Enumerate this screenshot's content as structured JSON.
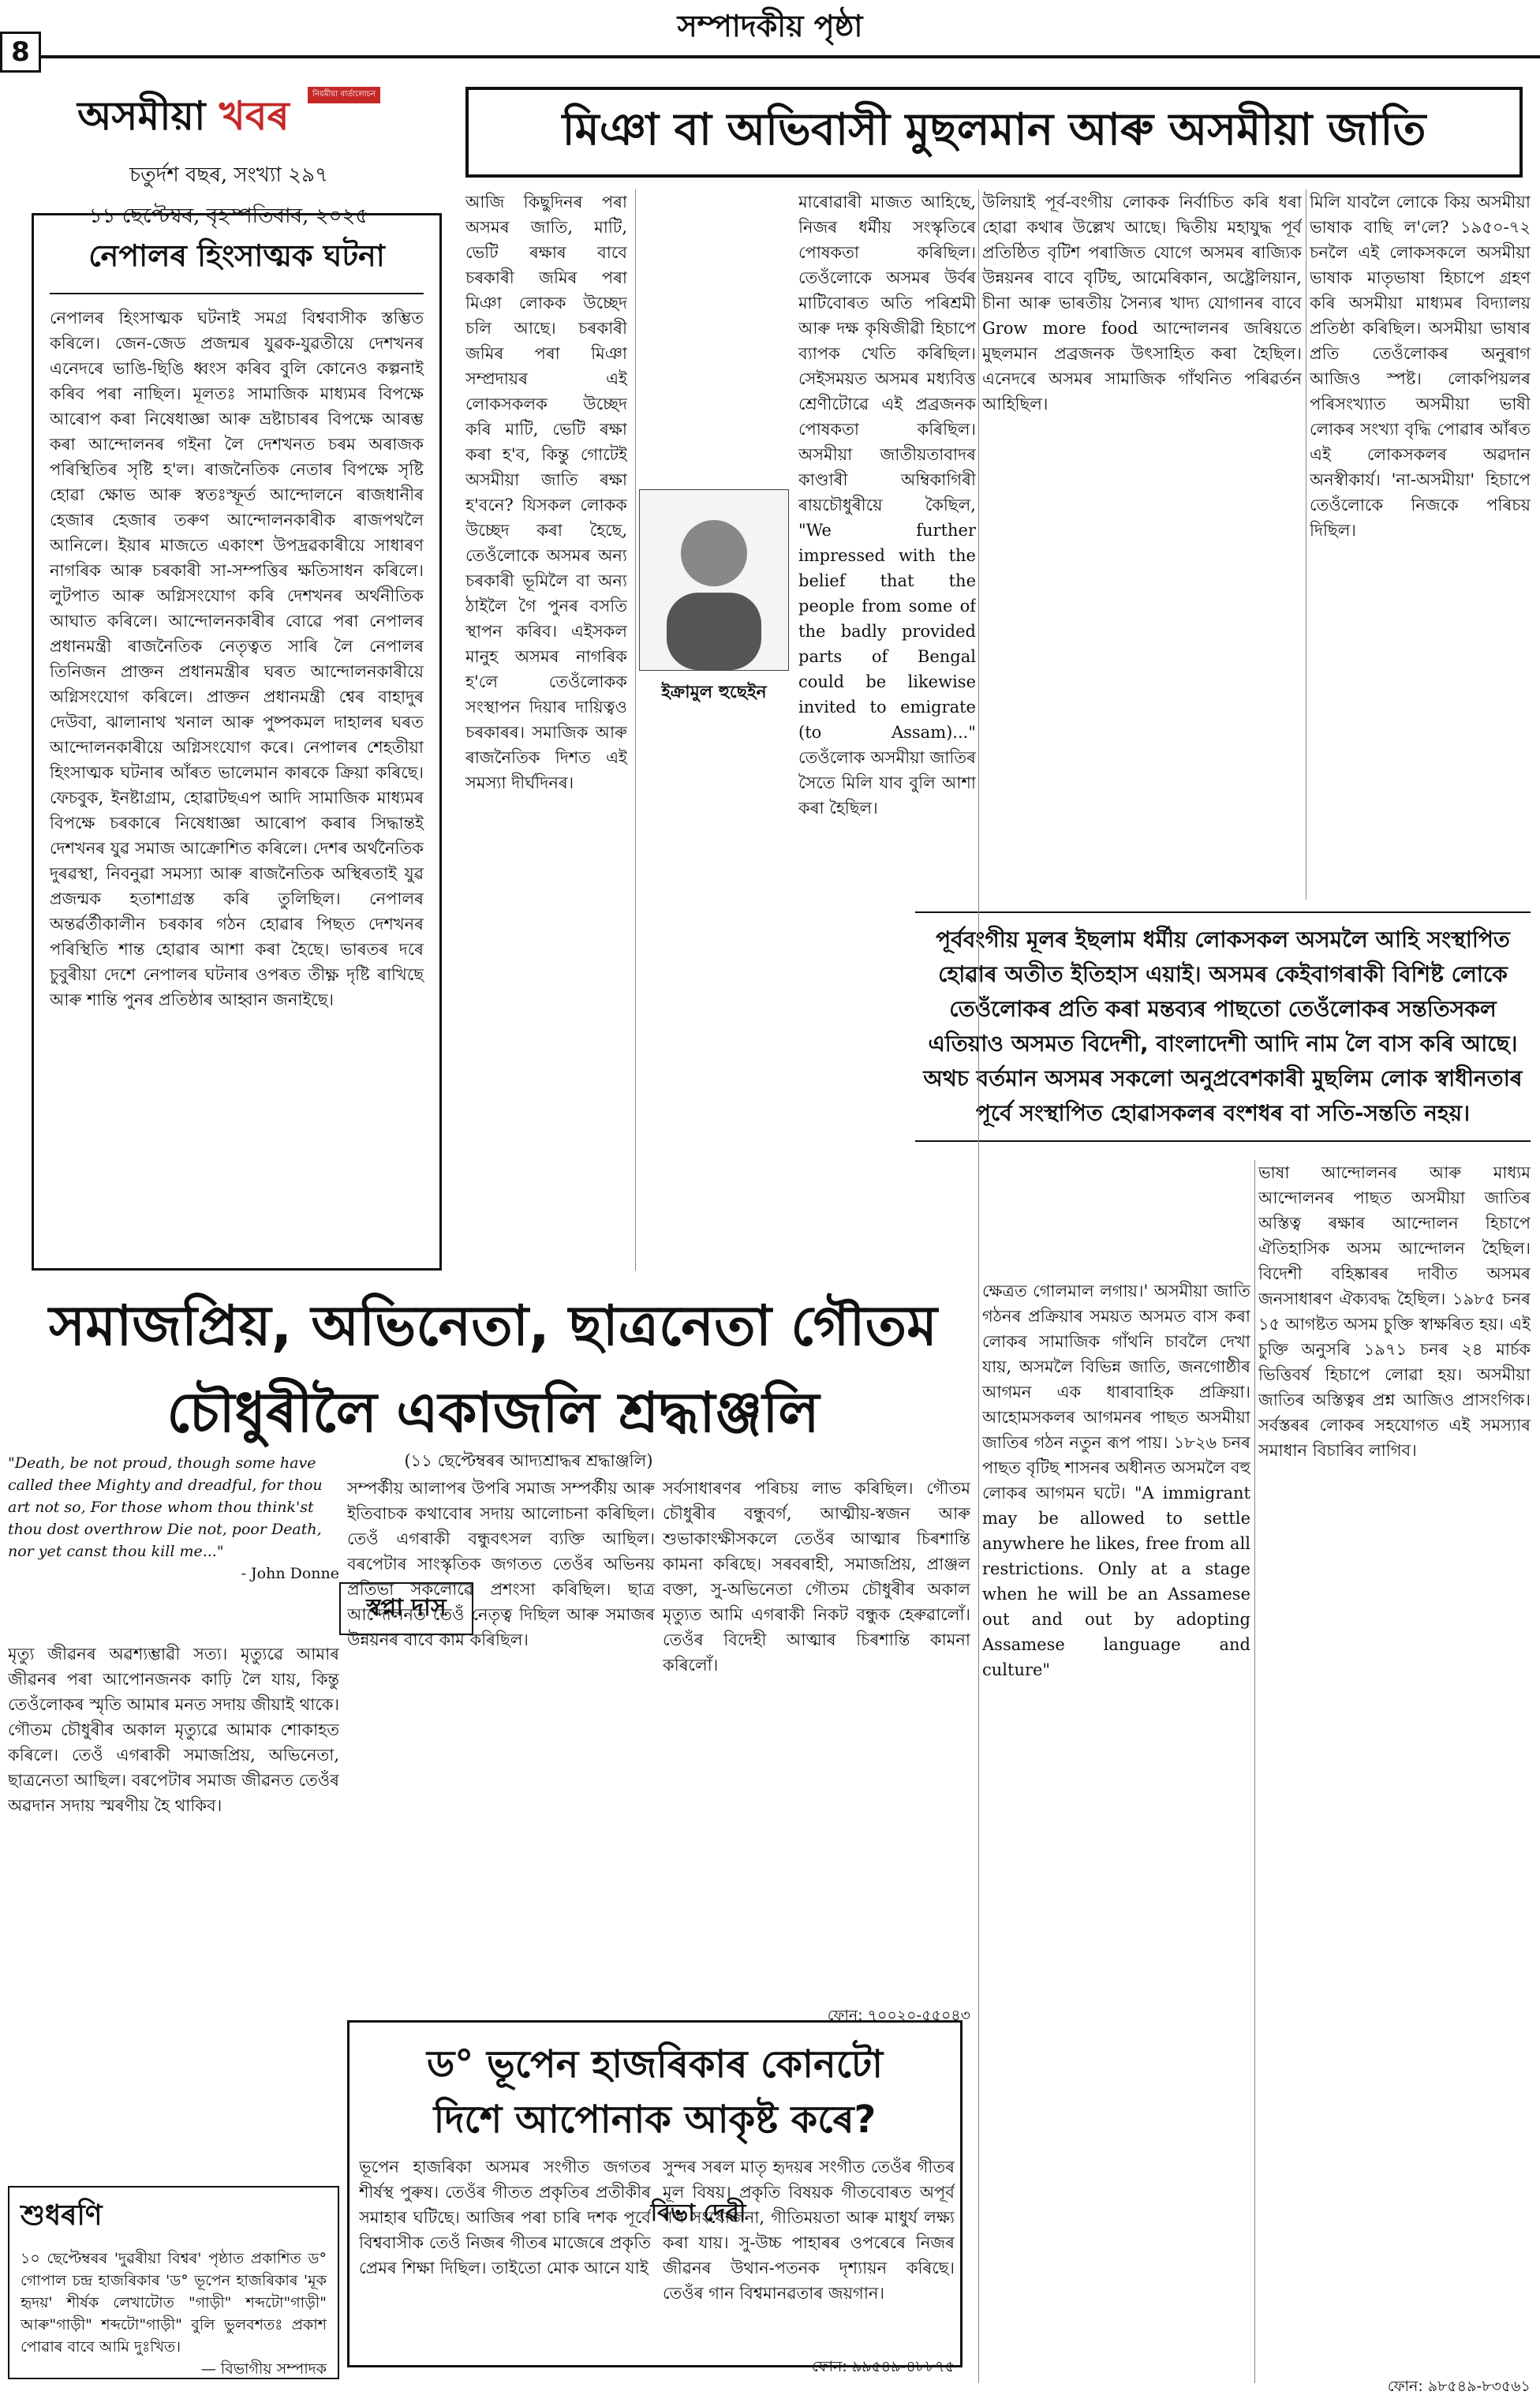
{
  "page": {
    "section_title": "সম্পাদকীয় পৃষ্ঠা",
    "page_number": "8"
  },
  "masthead": {
    "brand_black": "অসমীয়া ",
    "brand_red": "খবৰ",
    "sub": "নিয়মীয়া বার্তালোচন",
    "issue": "চতুৰ্দশ বছৰ, সংখ্যা ২৯৭",
    "date": "১১ ছেপ্টেম্বৰ, বৃহস্পতিবাৰ, ২০২৫"
  },
  "editorial": {
    "title": "নেপালৰ হিংসাত্মক ঘটনা",
    "body": "নেপালৰ হিংসাত্মক ঘটনাই সমগ্ৰ বিশ্ববাসীক স্তম্ভিত কৰিলে। জেন-জেড প্ৰজন্মৰ যুৱক-যুৱতীয়ে দেশখনৰ এনেদৰে ভাঙি-ছিঙি ধ্বংস কৰিব বুলি কোনেও কল্পনাই কৰিব পৰা নাছিল। মূলতঃ সামাজিক মাধ্যমৰ বিপক্ষে আৰোপ কৰা নিষেধাজ্ঞা আৰু ভ্ৰষ্টাচাৰৰ বিপক্ষে আৰম্ভ কৰা আন্দোলনৰ গইনা লৈ দেশখনত চৰম অৰাজক পৰিস্থিতিৰ সৃষ্টি হ'ল। ৰাজনৈতিক নেতাৰ বিপক্ষে সৃষ্টি হোৱা ক্ষোভ আৰু স্বতঃস্ফূৰ্ত আন্দোলনে ৰাজধানীৰ হেজাৰ হেজাৰ তৰুণ আন্দোলনকাৰীক ৰাজপথলৈ আনিলে। ইয়াৰ মাজতে একাংশ উপদ্ৰৱকাৰীয়ে সাধাৰণ নাগৰিক আৰু চৰকাৰী সা-সম্পত্তিৰ ক্ষতিসাধন কৰিলে। লুটপাত আৰু অগ্নিসংযোগ কৰি দেশখনৰ অৰ্থনীতিক আঘাত কৰিলে। আন্দোলনকাৰীৰ বোৱে পৰা নেপালৰ প্ৰধানমন্ত্ৰী ৰাজনৈতিক নেতৃত্বত সাৰি লৈ নেপালৰ তিনিজন প্ৰাক্তন প্ৰধানমন্ত্ৰীৰ ঘৰত আন্দোলনকাৰীয়ে অগ্নিসংযোগ কৰিলে। প্ৰাক্তন প্ৰধানমন্ত্ৰী শ্বেৰ বাহাদুৰ দেউবা, ঝালানাথ খনাল আৰু পুষ্পকমল দাহালৰ ঘৰত আন্দোলনকাৰীয়ে অগ্নিসংযোগ কৰে। নেপালৰ শেহতীয়া হিংসাত্মক ঘটনাৰ আঁৰত ভালেমান কাৰকে ক্ৰিয়া কৰিছে। ফেচবুক, ইনষ্টাগ্ৰাম, হোৱাটছএপ আদি সামাজিক মাধ্যমৰ বিপক্ষে চৰকাৰে নিষেধাজ্ঞা আৰোপ কৰাৰ সিদ্ধান্তই দেশখনৰ যুৱ সমাজ আক্ৰোশিত কৰিলে। দেশৰ অৰ্থনৈতিক দুৰৱস্থা, নিবনুৱা সমস্যা আৰু ৰাজনৈতিক অস্থিৰতাই যুৱ প্ৰজন্মক হতাশাগ্ৰস্ত কৰি তুলিছিল। নেপালৰ অন্তৰ্ৱৰ্তীকালীন চৰকাৰ গঠন হোৱাৰ পিছত দেশখনৰ পৰিস্থিতি শান্ত হোৱাৰ আশা কৰা হৈছে। ভাৰতৰ দৰে চুবুৰীয়া দেশে নেপালৰ ঘটনাৰ ওপৰত তীক্ষ্ণ দৃষ্টি ৰাখিছে আৰু শান্তি পুনৰ প্ৰতিষ্ঠাৰ আহ্বান জনাইছে।"
  },
  "main_article": {
    "title": "মিঞা বা অভিবাসী মুছলমান আৰু অসমীয়া জাতি",
    "author": "ইক্ৰামুল হুছেইন",
    "col1": "আজি কিছুদিনৰ পৰা অসমৰ জাতি, মাটি, ভেটি ৰক্ষাৰ বাবে চৰকাৰী জমিৰ পৰা মিঞা লোকক উচ্ছেদ চলি আছে। চৰকাৰী জমিৰ পৰা মিঞা সম্প্ৰদায়ৰ এই লোকসকলক উচ্ছেদ কৰি মাটি, ভেটি ৰক্ষা কৰা হ'ব, কিন্তু গোটেই অসমীয়া জাতি ৰক্ষা হ'বনে? যিসকল লোকক উচ্ছেদ কৰা হৈছে, তেওঁলোকে অসমৰ অন্য চৰকাৰী ভূমিলৈ বা অন্য ঠাইলৈ গৈ পুনৰ বসতি স্থাপন কৰিব। এইসকল মানুহ অসমৰ নাগৰিক হ'লে তেওঁলোকক সংস্থাপন দিয়াৰ দায়িত্বও চৰকাৰৰ। সমাজিক আৰু ৰাজনৈতিক দিশত এই সমস্যা দীৰ্ঘদিনৰ।",
    "col2": "মাৰোৱাৰী মাজত আহিছে, নিজৰ ধৰ্মীয় সংস্কৃতিৰে পোষকতা কৰিছিল। তেওঁলোকে অসমৰ উৰ্বৰ মাটিবোৰত অতি পৰিশ্ৰমী আৰু দক্ষ কৃষিজীৱী হিচাপে ব্যাপক খেতি কৰিছিল। সেইসময়ত অসমৰ মধ্যবিত্ত শ্ৰেণীটোৱে এই প্ৰব্ৰজনক পোষকতা কৰিছিল। অসমীয়া জাতীয়তাবাদৰ কাণ্ডাৰী অম্বিকাগিৰী ৰায়চৌধুৰীয়ে কৈছিল, \"We further impressed with the belief that the people from some of the badly provided parts of Bengal could be likewise invited to emigrate (to Assam)...\" তেওঁলোক অসমীয়া জাতিৰ সৈতে মিলি যাব বুলি আশা কৰা হৈছিল।",
    "col3": "উলিয়াই পূৰ্ব-বংগীয় লোকক নিৰ্বাচিত কৰি ধৰা হোৱা কথাৰ উল্লেখ আছে। দ্বিতীয় মহাযুদ্ধ পূৰ্ব প্ৰতিষ্ঠিত বৃটিশ পৰাজিত যোগে অসমৰ ৰাজ্যিক উন্নয়নৰ বাবে বৃটিছ, আমেৰিকান, অষ্ট্ৰেলিয়ান, চীনা আৰু ভাৰতীয় সৈন্যৰ খাদ্য যোগানৰ বাবে Grow more food আন্দোলনৰ জৰিয়তে মুছলমান প্ৰব্ৰজনক উৎসাহিত কৰা হৈছিল। এনেদৰে অসমৰ সামাজিক গাঁথনিত পৰিৱৰ্তন আহিছিল।",
    "col4": "মিলি যাবলৈ লোকে কিয় অসমীয়া ভাষাক বাছি ল'লে? ১৯৫০-৭২ চনলৈ এই লোকসকলে অসমীয়া ভাষাক মাতৃভাষা হিচাপে গ্ৰহণ কৰি অসমীয়া মাধ্যমৰ বিদ্যালয় প্ৰতিষ্ঠা কৰিছিল। অসমীয়া ভাষাৰ প্ৰতি তেওঁলোকৰ অনুৰাগ আজিও স্পষ্ট। লোকপিয়লৰ পৰিসংখ্যাত অসমীয়া ভাষী লোকৰ সংখ্যা বৃদ্ধি পোৱাৰ আঁৰত এই লোকসকলৰ অৱদান অনস্বীকাৰ্য। 'না-অসমীয়া' হিচাপে তেওঁলোকে নিজকে পৰিচয় দিছিল।",
    "pull_quote": "পূৰ্ববংগীয় মূলৰ ইছলাম ধৰ্মীয় লোকসকল অসমলৈ আহি সংস্থাপিত হোৱাৰ অতীত ইতিহাস এয়াই। অসমৰ কেইবাগৰাকী বিশিষ্ট লোকে তেওঁলোকৰ প্ৰতি কৰা মন্তব্যৰ পাছতো তেওঁলোকৰ সন্ততিসকল এতিয়াও অসমত বিদেশী, বাংলাদেশী আদি নাম লৈ বাস কৰি আছে। অথচ বৰ্তমান অসমৰ সকলো অনুপ্ৰবেশকাৰী মুছলিম লোক স্বাধীনতাৰ পূৰ্বে সংস্থাপিত হোৱাসকলৰ বংশধৰ বা সতি-সন্ততি নহয়।",
    "col5": "ক্ষেত্ৰত গোলমাল লগায়।' অসমীয়া জাতি গঠনৰ প্ৰক্ৰিয়াৰ সময়ত অসমত বাস কৰা লোকৰ সামাজিক গাঁথনি চাবলৈ দেখা যায়, অসমলৈ বিভিন্ন জাতি, জনগোষ্ঠীৰ আগমন এক ধাৰাবাহিক প্ৰক্ৰিয়া। আহোমসকলৰ আগমনৰ পাছত অসমীয়া জাতিৰ গঠন নতুন ৰূপ পায়। ১৮২৬ চনৰ পাছত বৃটিছ শাসনৰ অধীনত অসমলৈ বহু লোকৰ আগমন ঘটে। \"A immigrant may be allowed to settle anywhere he likes, free from all restrictions. Only at a stage when he will be an Assamese out and out by adopting Assamese language and culture\"",
    "col6": "ভাষা আন্দোলনৰ আৰু মাধ্যম আন্দোলনৰ পাছত অসমীয়া জাতিৰ অস্তিত্ব ৰক্ষাৰ আন্দোলন হিচাপে ঐতিহাসিক অসম আন্দোলন হৈছিল। বিদেশী বহিষ্কাৰৰ দাবীত অসমৰ জনসাধাৰণ ঐক্যবদ্ধ হৈছিল। ১৯৮৫ চনৰ ১৫ আগষ্টত অসম চুক্তি স্বাক্ষৰিত হয়। এই চুক্তি অনুসৰি ১৯৭১ চনৰ ২৪ মাৰ্চক ভিত্তিবৰ্ষ হিচাপে লোৱা হয়। অসমীয়া জাতিৰ অস্তিত্বৰ প্ৰশ্ন আজিও প্ৰাসংগিক। সৰ্বস্তৰৰ লোকৰ সহযোগত এই সমস্যাৰ সমাধান বিচাৰিব লাগিব।",
    "phone": "ফোন: ৯৮৫৪৯-৮৩৫৬১"
  },
  "tribute": {
    "title_line1": "সমাজপ্ৰিয়, অভিনেতা, ছাত্ৰনেতা গৌতম",
    "title_line2": "চৌধুৰীলৈ একাজলি শ্ৰদ্ধাঞ্জলি",
    "note": "(১১ ছেপ্টেম্বৰৰ আদ্যশ্ৰাদ্ধৰ শ্ৰদ্ধাঞ্জলি)",
    "epigraph": "\"Death, be not proud, though some have called thee Mighty and dreadful, for thou art not so, For those whom thou think'st thou dost overthrow Die not, poor Death, nor yet canst thou kill me...\"",
    "epigraph_author": "- John Donne",
    "author": "স্বপ্না দাস",
    "col1": "মৃত্যু জীৱনৰ অৱশ্যম্ভাৱী সত্য। মৃত্যুৱে আমাৰ জীৱনৰ পৰা আপোনজনক কাঢ়ি লৈ যায়, কিন্তু তেওঁলোকৰ স্মৃতি আমাৰ মনত সদায় জীয়াই থাকে। গৌতম চৌধুৰীৰ অকাল মৃত্যুৱে আমাক শোকাহত কৰিলে। তেওঁ এগৰাকী সমাজপ্ৰিয়, অভিনেতা, ছাত্ৰনেতা আছিল। বৰপেটাৰ সমাজ জীৱনত তেওঁৰ অৱদান সদায় স্মৰণীয় হৈ থাকিব।",
    "col2": "সম্পৰ্কীয় আলাপৰ উপৰি সমাজ সম্পৰ্কীয় আৰু ইতিবাচক কথাবোৰ সদায় আলোচনা কৰিছিল। তেওঁ এগৰাকী বন্ধুবৎসল ব্যক্তি আছিল। বৰপেটাৰ সাংস্কৃতিক জগতত তেওঁৰ অভিনয় প্ৰতিভা সকলোৱে প্ৰশংসা কৰিছিল। ছাত্ৰ আন্দোলনত তেওঁ নেতৃত্ব দিছিল আৰু সমাজৰ উন্নয়নৰ বাবে কাম কৰিছিল।",
    "col3": "সৰ্বসাধাৰণৰ পৰিচয় লাভ কৰিছিল। গৌতম চৌধুৰীৰ বন্ধুবৰ্গ, আত্মীয়-স্বজন আৰু শুভাকাংক্ষীসকলে তেওঁৰ আত্মাৰ চিৰশান্তি কামনা কৰিছে। সৰবৰাহী, সমাজপ্ৰিয়, প্ৰাঞ্জল বক্তা, সু-অভিনেতা গৌতম চৌধুৰীৰ অকাল মৃত্যুত আমি এগৰাকী নিকট বন্ধুক হেৰুৱালোঁ। তেওঁৰ বিদেহী আত্মাৰ চিৰশান্তি কামনা কৰিলোঁ।",
    "phone": "ফোন: ৭০০২০-৫৫০৪৩"
  },
  "bhupen": {
    "title_line1": "ড° ভূপেন হাজৰিকাৰ কোনটো",
    "title_line2": "দিশে আপোনাক আকৃষ্ট কৰে?",
    "author": "বিভা দেৱী",
    "col1": "ভূপেন হাজৰিকা অসমৰ সংগীত জগতৰ শীৰ্ষস্থ পুৰুষ। তেওঁৰ গীতত প্ৰকৃতিৰ প্ৰতীকীৰ সমাহাৰ ঘটিছে। আজিৰ পৰা চাৰি দশক পূৰ্বে বিশ্ববাসীক তেওঁ নিজৰ গীতৰ মাজেৰে প্ৰকৃতি প্ৰেমৰ শিক্ষা দিছিল। তাইতো মোক আনে যাই",
    "col2": "সুন্দৰ সৰল মাতৃ হৃদয়ৰ সংগীত তেওঁৰ গীতৰ মূল বিষয়। প্ৰকৃতি বিষয়ক গীতবোৰত অপূৰ্ব শব্দ সংযোজনা, গীতিময়তা আৰু মাধুৰ্য লক্ষ্য কৰা যায়। সু-উচ্চ পাহাৰৰ ওপৰেৰে নিজৰ জীৱনৰ উথান-পতনক দৃশ্যায়ন কৰিছে। তেওঁৰ গান বিশ্বমানৱতাৰ জয়গান।",
    "phone": "ফোন: ৯৯৫৪৯-৪৮৮৭৫"
  },
  "correction": {
    "title": "শুধৰণি",
    "body": "১০ ছেপ্টেম্বৰৰ 'দুৱৰীয়া বিশ্বৰ' পৃষ্ঠাত প্ৰকাশিত ড° গোপাল চন্দ্ৰ হাজৰিকাৰ 'ড° ভূপেন হাজৰিকাৰ 'মূক হৃদয়' শীৰ্ষক লেখাটোত \"গাড়ী\" শব্দটো\"গাড়ী\" আৰু\"গাড়ী\" শব্দটো\"গাড়ী\" বুলি ভুলবশতঃ প্ৰকাশ পোৱাৰ বাবে আমি দুঃখিত।",
    "signoff": "— বিভাগীয় সম্পাদক"
  }
}
